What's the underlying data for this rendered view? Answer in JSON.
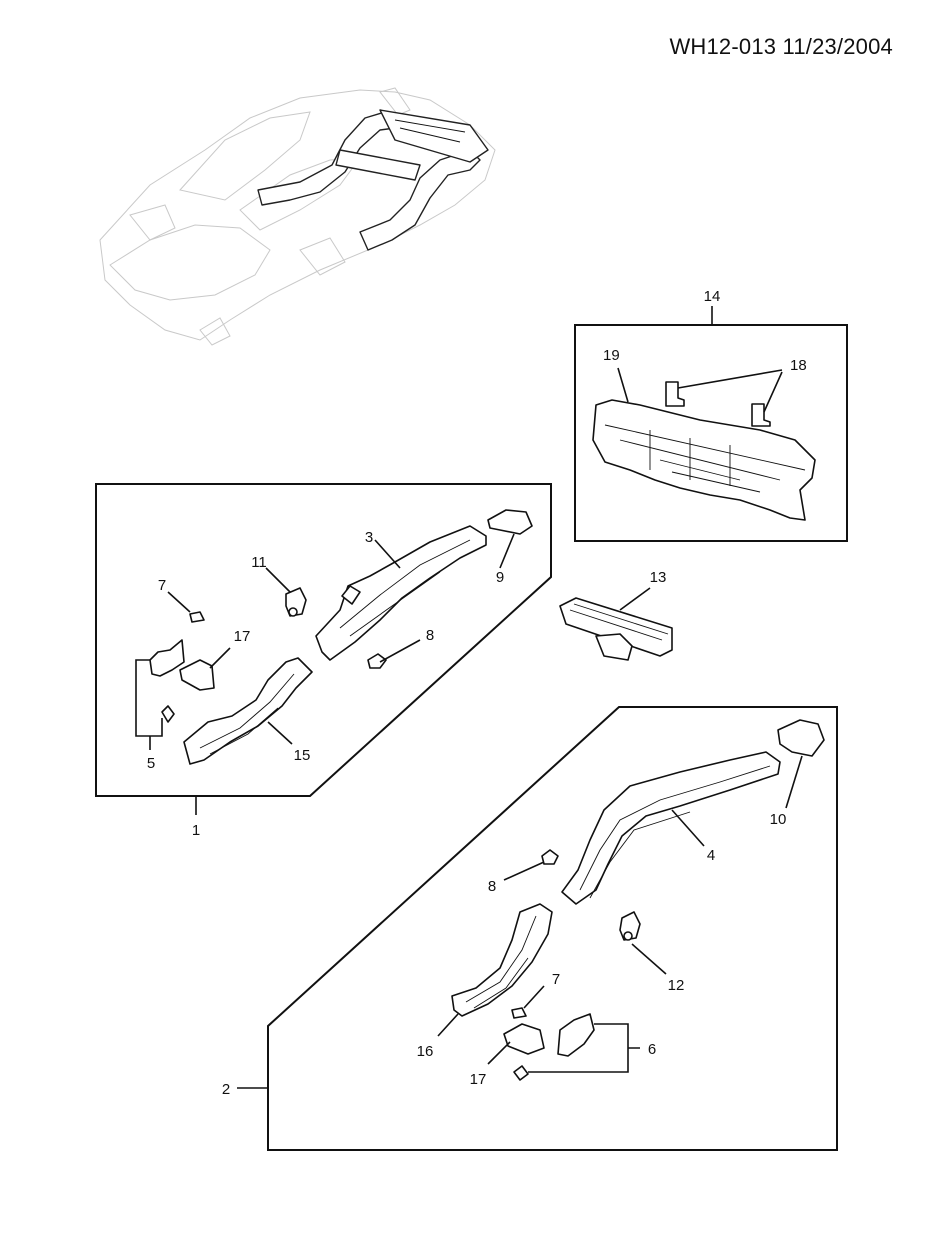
{
  "header": {
    "code": "WH12-013",
    "date": "11/23/2004"
  },
  "callouts": {
    "c1": "1",
    "c2": "2",
    "c3": "3",
    "c4": "4",
    "c5": "5",
    "c6": "6",
    "c7a": "7",
    "c7b": "7",
    "c8a": "8",
    "c8b": "8",
    "c9": "9",
    "c10": "10",
    "c11": "11",
    "c12": "12",
    "c13": "13",
    "c14": "14",
    "c15": "15",
    "c16": "16",
    "c17a": "17",
    "c17b": "17",
    "c18": "18",
    "c19": "19"
  },
  "icons": [
    "car-body-overview-icon",
    "rear-panel-icon",
    "frame-rail-icon",
    "bracket-icon",
    "crossmember-icon"
  ]
}
